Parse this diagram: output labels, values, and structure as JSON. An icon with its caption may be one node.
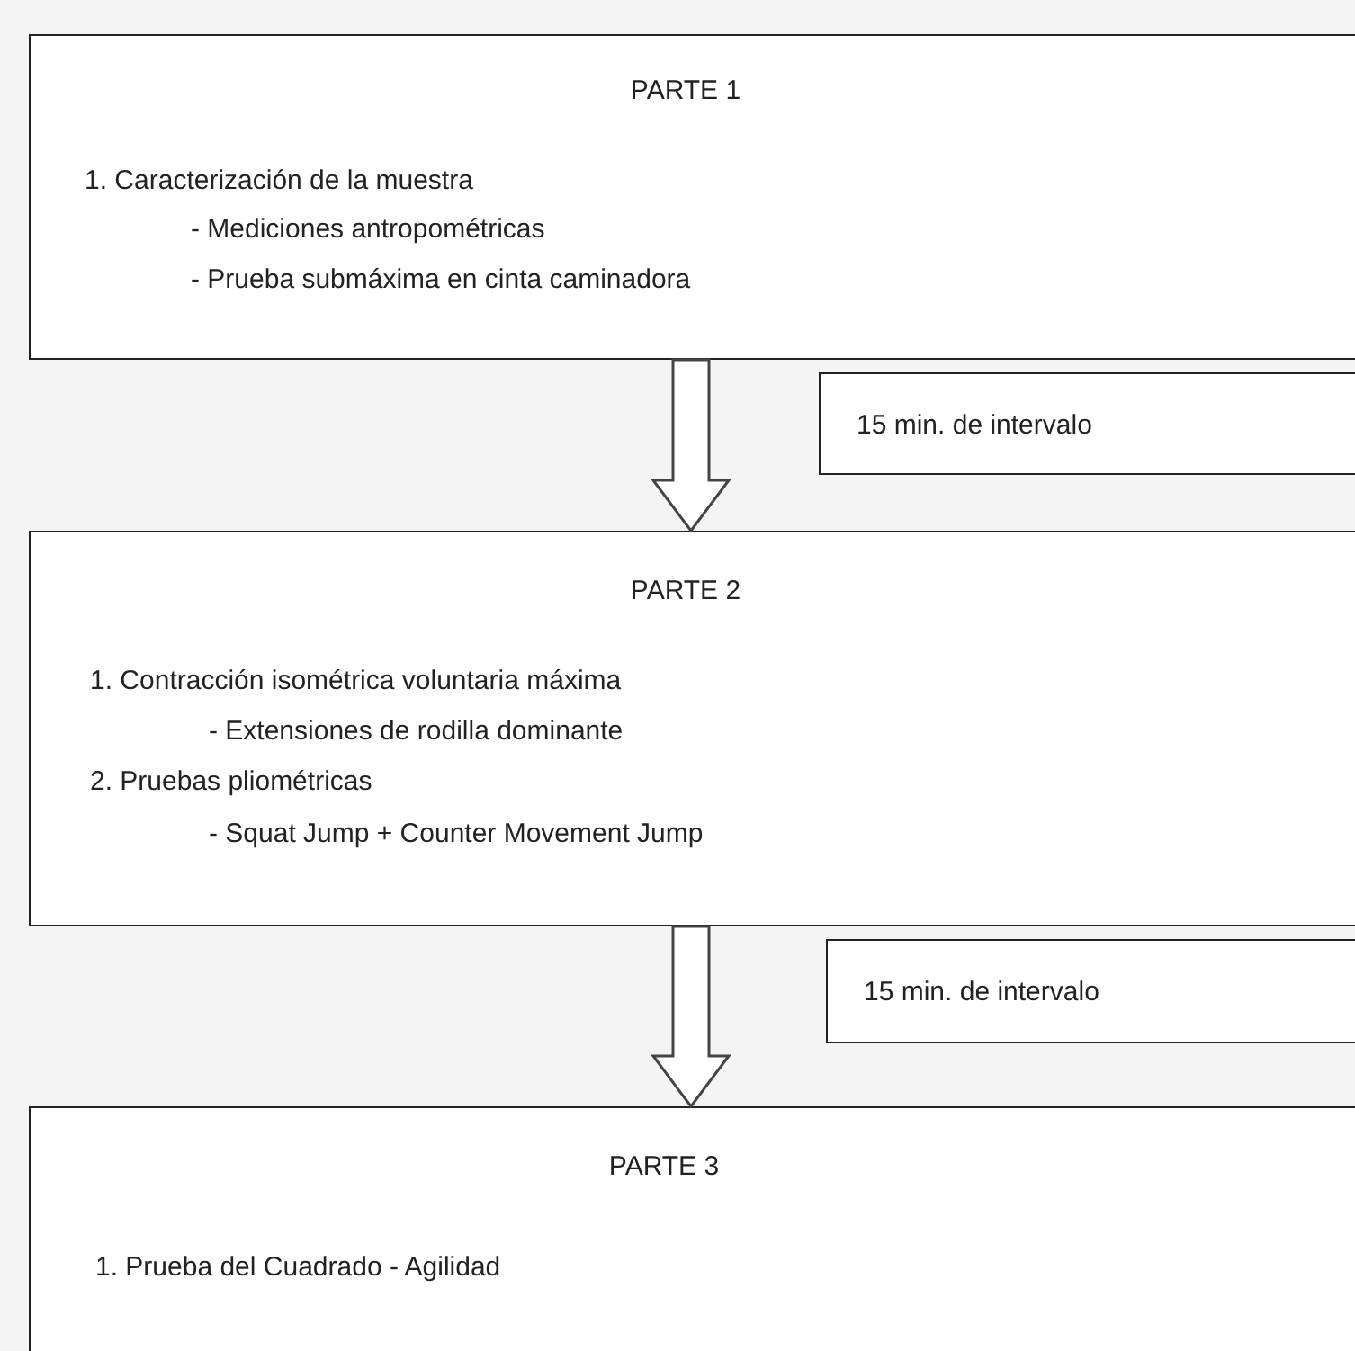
{
  "diagram": {
    "nodes": [
      {
        "text": [
          "PARTE 1",
          "1. Caracterización de la muestra",
          "- Mediciones antropométricas",
          "- Prueba submáxima en cinta caminadora"
        ]
      },
      {
        "text": [
          "15 min. de intervalo"
        ]
      },
      {
        "text": [
          "PARTE 2",
          "1. Contracción isométrica voluntaria máxima",
          "- Extensiones de rodilla dominante",
          "2. Pruebas pliométricas",
          "- Squat Jump + Counter Movement Jump"
        ]
      },
      {
        "text": [
          "15 min. de intervalo"
        ]
      },
      {
        "text": [
          "PARTE 3",
          "1. Prueba del Cuadrado - Agilidad"
        ]
      }
    ],
    "edges": [
      {
        "from": 0,
        "to": 2,
        "arrow": "to",
        "style": "thick"
      },
      {
        "from": 2,
        "to": 4,
        "arrow": "to",
        "style": "thick"
      }
    ]
  }
}
